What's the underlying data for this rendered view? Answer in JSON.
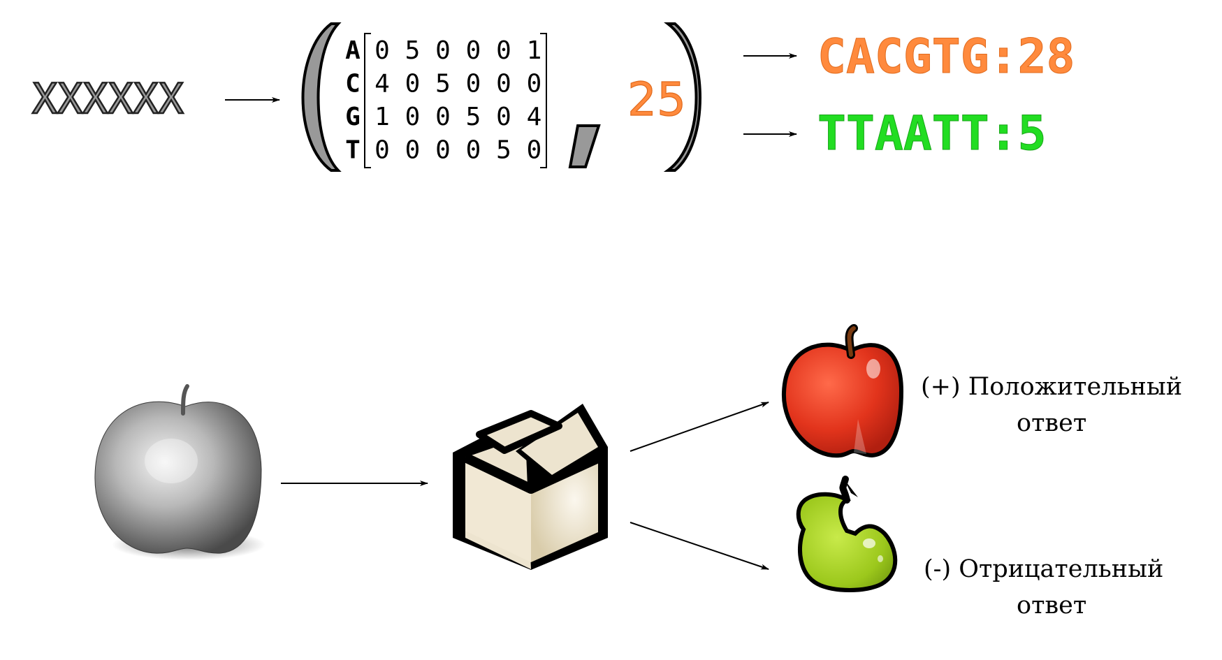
{
  "top": {
    "input_sequence": "XXXXXX",
    "row_labels": [
      "A",
      "C",
      "G",
      "T"
    ],
    "matrix": [
      [
        "0",
        "5",
        "0",
        "0",
        "0",
        "1"
      ],
      [
        "4",
        "0",
        "5",
        "0",
        "0",
        "0"
      ],
      [
        "1",
        "0",
        "0",
        "5",
        "0",
        "4"
      ],
      [
        "0",
        "0",
        "0",
        "0",
        "5",
        "0"
      ]
    ],
    "comma": ",",
    "threshold": "25",
    "outputs": [
      {
        "text": "CACGTG:28",
        "color": "#ff8a3d"
      },
      {
        "text": "TTAATT:5",
        "color": "#22dd22"
      }
    ]
  },
  "bottom": {
    "input_image": "grayscale-apple-icon",
    "classifier_image": "box-icon",
    "outputs": [
      {
        "image": "red-apple-icon",
        "line1": "(+) Положительный",
        "line2": "ответ"
      },
      {
        "image": "green-pear-icon",
        "line1": "(-) Отрицательный",
        "line2": "ответ"
      }
    ]
  },
  "colors": {
    "orange": "#ff8a3d",
    "green": "#22dd22",
    "gray": "#999999",
    "apple_red": "#e2341c",
    "pear_green": "#a6d41f",
    "box_cream": "#ede4cf"
  }
}
